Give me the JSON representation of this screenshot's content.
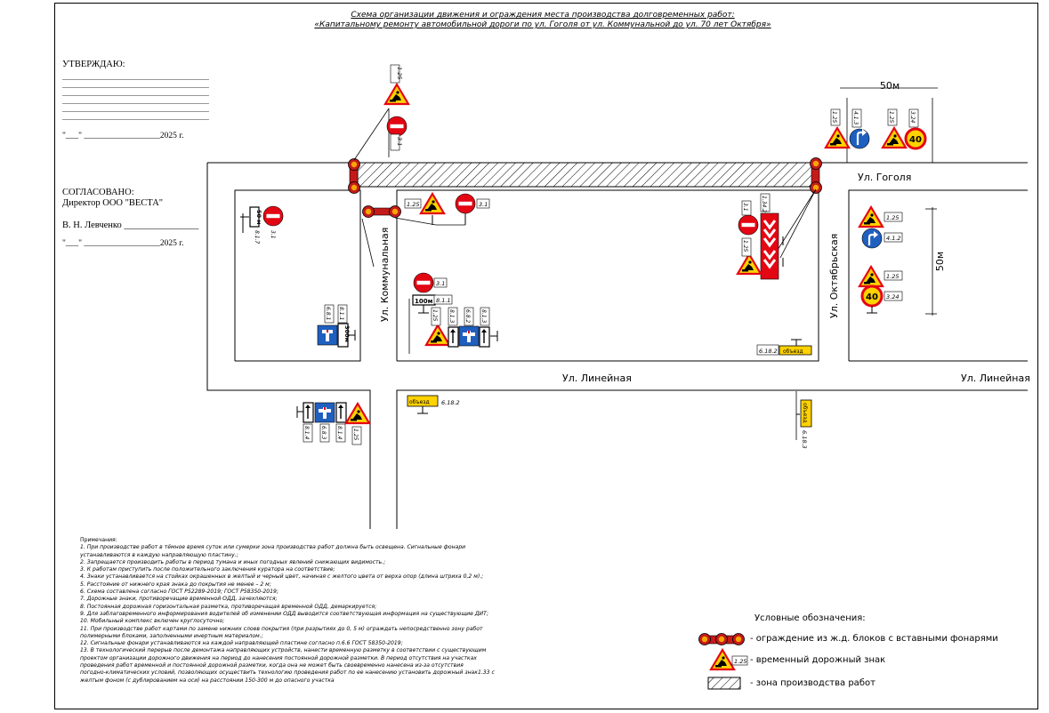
{
  "title": {
    "line1": "Схема организации движения и ограждения места производства долговременных работ:",
    "line2": "«Капитальному ремонту автомобильной дороги по ул. Гоголя от ул. Коммунальной до ул. 70 лет Октября»"
  },
  "approve": {
    "heading": "УТВЕРЖДАЮ:",
    "date": "\"___\" __________________2025 г."
  },
  "agree": {
    "heading": "СОГЛАСОВАНО:",
    "position": "Директор ООО \"ВЕСТА\"",
    "name": "В. Н. Левченко ________________",
    "date": "\"___\" __________________2025 г."
  },
  "streets": {
    "gogolya": "Ул. Гоголя",
    "lineynaya": "Ул. Линейная",
    "lineynaya_right": "Ул. Линейная",
    "kommunalnaya": "Ул. Коммунальная",
    "oktyabrskaya": "Ул. Октябрьская"
  },
  "dimensions": {
    "top": "50м",
    "right": "50м"
  },
  "sign_labels": {
    "s125_top": "1.25",
    "s31_top": "3.1",
    "s125_a": "1.25",
    "s31_a": "3.1",
    "s31_left": "3.1",
    "s817_left": "8.1.7",
    "plate_50": "50 м",
    "s31_mid": "3.1",
    "s811_mid": "8.1.1",
    "plate_100": "100м",
    "s681": "6.8.1",
    "s811_low": "8.1.1",
    "plate_300": "300м",
    "s125_b": "1.25",
    "s813_a": "8.1.3",
    "s682": "6.8.2",
    "s813_b": "8.1.3",
    "s31_r": "3.1",
    "s1342": "1.34.2",
    "s125_r": "1.25",
    "s413": "4.1.3",
    "s125_t1": "1.25",
    "s324_t": "3.24",
    "s125_t2": "1.25",
    "s412": "4.1.2",
    "s125_t3": "1.25",
    "s324_b": "3.24",
    "s6182_r": "6.18.2",
    "s6182_b": "6.18.2",
    "s6183": "6.18.3",
    "s814": "8.1.4",
    "s683": "6.8.3",
    "s814_b": "8.1.4",
    "s125_bl": "1.25",
    "obiezd": "объезд",
    "speed": "40"
  },
  "notes": {
    "heading": "Примечания:",
    "items": [
      "1.      При производстве работ в тёмное время суток или сумерки зона производства работ должна быть освещена. Сигнальные фонари",
      "устанавливаются в каждую направляющую пластину.;",
      "2.      Запрещается производить работы в период тумана и иных погодных явлений снижающих видимость.;",
      "3.      К работам приступить после положительного заключения куратора на соответствие;",
      "4.      Знаки устанавливается на стойках окрашенных в желтый и черный цвет, начиная с желтого цвета от верха опор (длина штриха 0,2 м).;",
      "5.      Расстояние от нижнего края знака до покрытия не менее – 2 м;",
      "6.      Схема составлена согласно ГОСТ Р52289-2019; ГОСТ Р58350-2019;",
      "7.      Дорожные знаки, противоречащие временной ОДД, зачехляются;",
      "8.      Постоянная дорожная горизонтальная разметка, противоречащая временной ОДД, демаркируется;",
      "9.      Для заблаговременного информирования водителей об изменении ОДД выводится соответствующая информация на существующие ДИТ;",
      "10.    Мобильный комплекс включен круглосуточно;",
      "11.    При производстве работ картами по замене нижних слоев покрытия (при разрытиях до 0, 5 м) ограждать непосредственно зону работ",
      "полимерными блоками, заполненными инертным материалом.;",
      "12.    Сигнальные фонари устанавливаются на каждой направляющей пластине согласно п.6.6 ГОСТ 58350-2019;",
      "13.      В технологический перерыв после демонтажа направляющих устройств, нанести временную разметку в соответствии с существующим",
      "проектом организации дорожного движения на период до нанесения постоянной дорожной разметки. В период отсутствия на участках",
      "проведения работ временной и постоянной дорожной разметки, когда она не может быть своевременно нанесена из-за отсутствия",
      "погодно-климатических условий, позволяющих осуществить технологию проведения работ по ее нанесению установить дорожный знак1.33 с",
      "желтым фоном (с дублированием на оси) на расстоянии 150-300 м до опасного участка"
    ]
  },
  "legend": {
    "title": "Условные обозначения:",
    "barrier": "- ограждение из ж.д. блоков с вставными фонарями",
    "sign": "- временный дорожный знак",
    "sign_code": "1.25",
    "zone": "- зона производства работ"
  },
  "colors": {
    "sign_red": "#e30613",
    "sign_yellow": "#ffd200",
    "sign_blue": "#1f5fbf",
    "lamp_orange": "#f7a600",
    "barrier_red": "#c41a1a"
  }
}
